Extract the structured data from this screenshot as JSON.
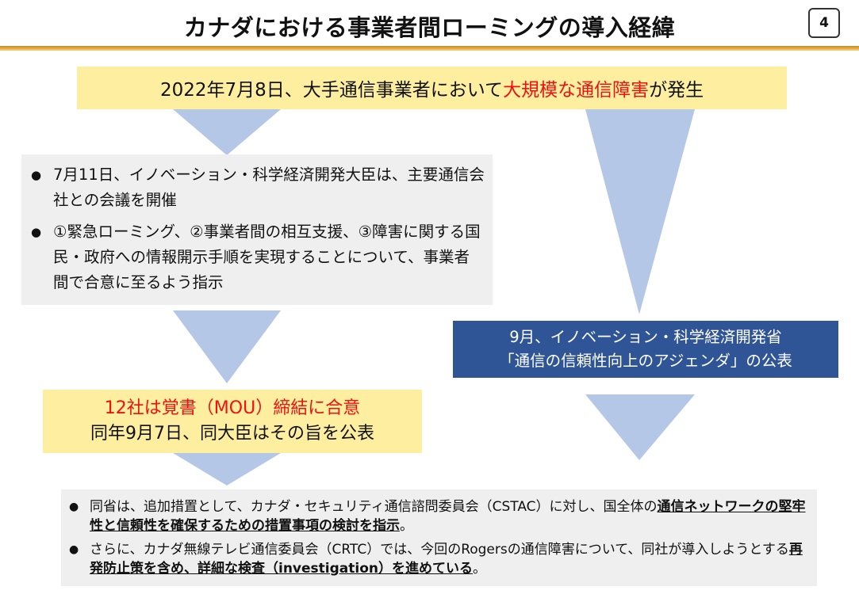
{
  "title": "カナダにおける事業者間ローミングの導入経緯",
  "page_number": "4",
  "event": {
    "prefix": "2022年7月8日、大手通信事業者において",
    "highlight": "大規模な通信障害",
    "suffix": "が発生"
  },
  "meeting": {
    "bullets": [
      "7月11日、イノベーション・科学経済開発大臣は、主要通信会社との会議を開催",
      "①緊急ローミング、②事業者間の相互支援、③障害に関する国民・政府への情報開示手順を実現することについて、事業者間で合意に至るよう指示"
    ]
  },
  "mou": {
    "line1": "12社は覚書（MOU）締結に合意",
    "line2": "同年9月7日、同大臣はその旨を公表"
  },
  "agenda": {
    "line1": "9月、イノベーション・科学経済開発省",
    "line2": "「通信の信頼性向上のアジェンダ」の公表"
  },
  "bottom": {
    "bullet1": {
      "plain": "同省は、追加措置として、カナダ・セキュリティ通信諮問委員会（CSTAC）に対し、国全体の",
      "emph": "通信ネットワークの堅牢性と信頼性を確保するための措置事項の検討を指示",
      "end": "。"
    },
    "bullet2": {
      "plain": "さらに、カナダ無線テレビ通信委員会（CRTC）では、今回のRogersの通信障害について、同社が導入しようとする",
      "emph": "再発防止策を含め、詳細な検査（investigation）を進めている",
      "end": "。"
    }
  },
  "colors": {
    "highlight_red": "#ee1111",
    "yellow_box": "#fdeea0",
    "gray_box": "#efefef",
    "navy_box": "#2f5597",
    "arrow_blue": "#b4c7e7",
    "title_rule": "#e7b040"
  }
}
